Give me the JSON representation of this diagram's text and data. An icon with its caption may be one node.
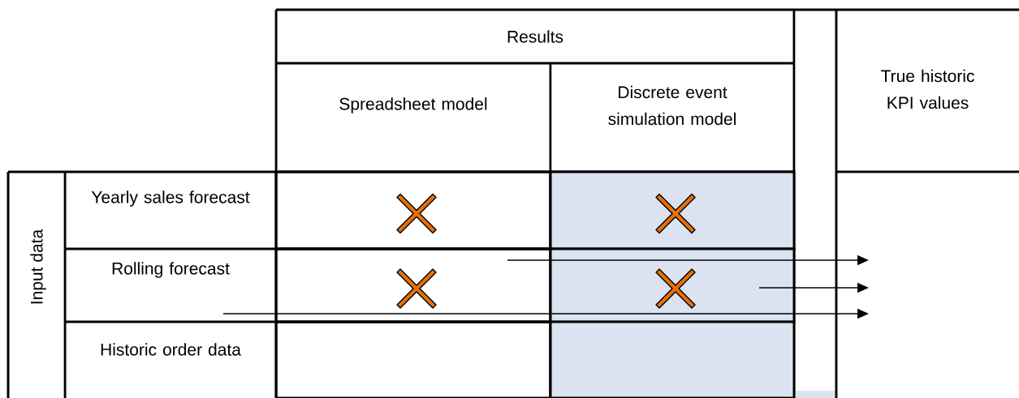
{
  "diagram": {
    "nodes": [
      {
        "text": [
          "Results"
        ]
      },
      {
        "text": [
          "Spreadsheet model"
        ]
      },
      {
        "text": [
          "Discrete event simulation model"
        ]
      },
      {
        "text": [
          "True historic KPI values"
        ]
      },
      {
        "text": [
          "Input data"
        ]
      },
      {
        "text": [
          "Yearly sales forecast"
        ]
      },
      {
        "text": [
          "Rolling forecast"
        ]
      },
      {
        "text": [
          "Historic order data"
        ]
      },
      {
        "text": [],
        "shape": "box"
      },
      {
        "text": [],
        "shape": "box"
      },
      {
        "text": [],
        "shape": "box"
      },
      {
        "text": [],
        "shape": "box"
      },
      {
        "text": [],
        "shape": "box"
      },
      {
        "text": [],
        "shape": "box"
      }
    ],
    "edges": [
      {
        "from": 10,
        "to": null,
        "arrow": "to"
      },
      {
        "from": 11,
        "to": null,
        "arrow": "to"
      },
      {
        "from": 6,
        "to": null,
        "arrow": "to"
      }
    ]
  }
}
